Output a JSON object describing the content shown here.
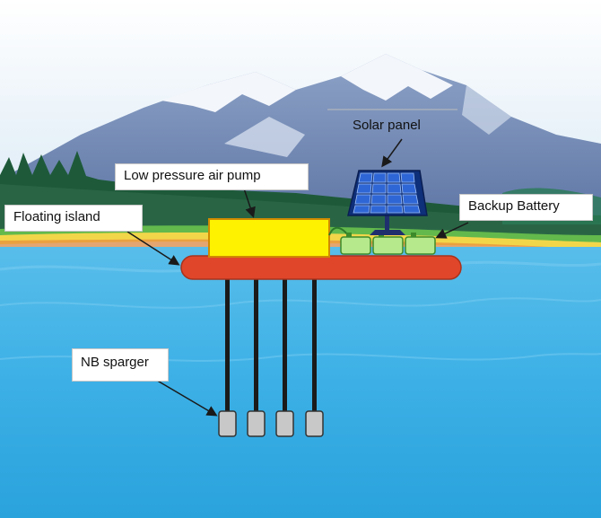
{
  "labels": {
    "solar_panel": "Solar panel",
    "air_pump": "Low pressure air pump",
    "floating_island": "Floating island",
    "backup_battery": "Backup Battery",
    "nb_sparger": "NB sparger"
  },
  "colors": {
    "sky_top": "#ffffff",
    "sky_bottom": "#cfe3f2",
    "mountain": "#7a8fb4",
    "snow": "#f3f6fb",
    "forest": "#1e5a3a",
    "shore": "#f2d64a",
    "grass": "#63b94c",
    "water_top": "#4fb7e8",
    "water_bottom": "#2a9fd9",
    "pump": "#fff200",
    "pump_border": "#d08a00",
    "platform": "#e0462a",
    "platform_border": "#a8321c",
    "battery": "#b6e88c",
    "battery_border": "#3c8a2a",
    "solar_cell": "#1f4fb8",
    "sparger": "#c8c8c8",
    "pipe": "#1a1a1a"
  }
}
